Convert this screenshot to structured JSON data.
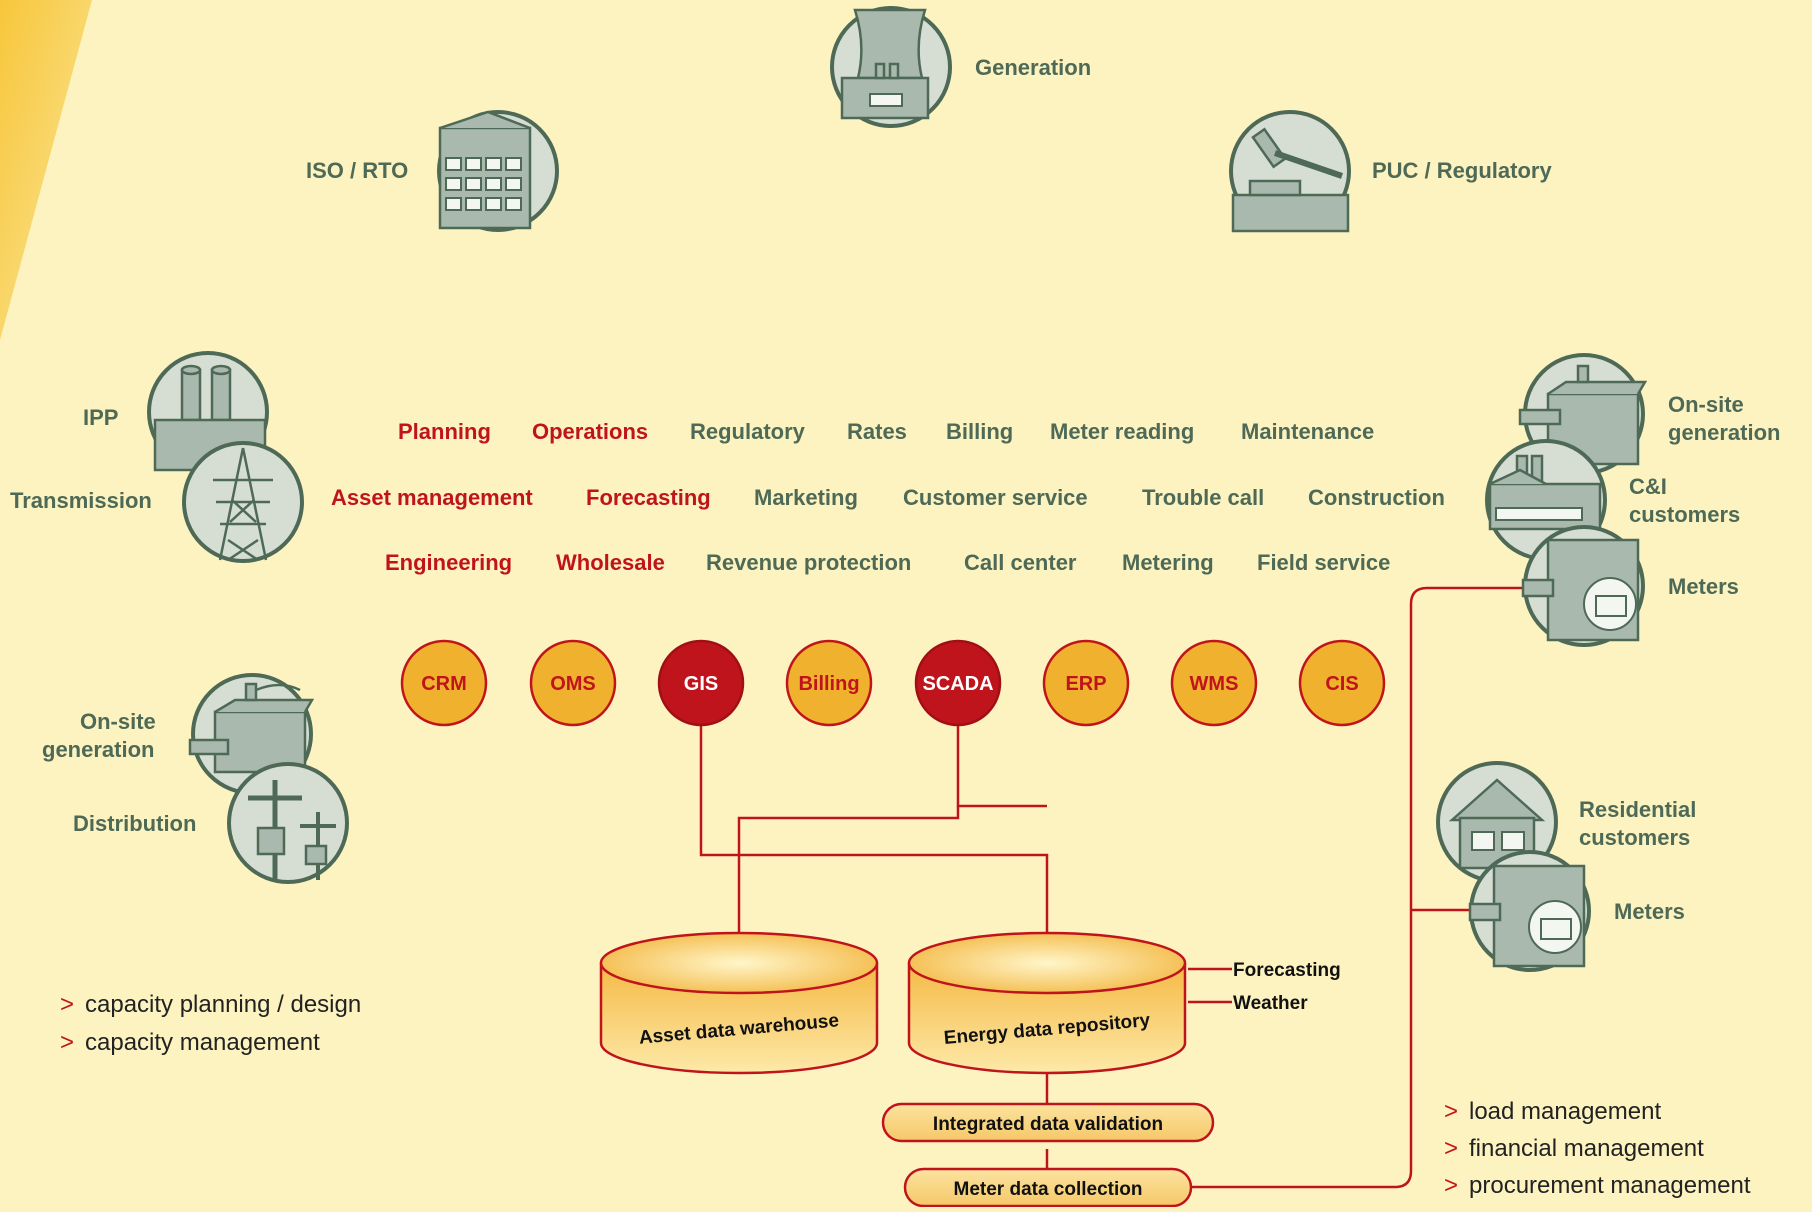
{
  "entities": {
    "generation": "Generation",
    "iso_rto": "ISO / RTO",
    "puc_regulatory": "PUC / Regulatory",
    "ipp": "IPP",
    "transmission": "Transmission",
    "onsite_generation_left_line1": "On-site",
    "onsite_generation_left_line2": "generation",
    "distribution": "Distribution",
    "onsite_generation_right_line1": "On-site",
    "onsite_generation_right_line2": "generation",
    "ci_customers_line1": "C&I",
    "ci_customers_line2": "customers",
    "meters_top": "Meters",
    "residential_customers_line1": "Residential",
    "residential_customers_line2": "customers",
    "meters_bottom": "Meters"
  },
  "functions": {
    "row1": [
      "Planning",
      "Operations",
      "Regulatory",
      "Rates",
      "Billing",
      "Meter reading",
      "Maintenance"
    ],
    "row2": [
      "Asset management",
      "Forecasting",
      "Marketing",
      "Customer service",
      "Trouble call",
      "Construction"
    ],
    "row3": [
      "Engineering",
      "Wholesale",
      "Revenue protection",
      "Call center",
      "Metering",
      "Field service"
    ]
  },
  "systems": [
    "CRM",
    "OMS",
    "GIS",
    "Billing",
    "SCADA",
    "ERP",
    "WMS",
    "CIS"
  ],
  "data_stores": {
    "asset_warehouse": "Asset data warehouse",
    "energy_repository": "Energy data repository"
  },
  "side_inputs": [
    "Forecasting",
    "Weather"
  ],
  "process_boxes": {
    "validation": "Integrated data validation",
    "collection": "Meter data collection"
  },
  "bullets_left": [
    "capacity planning / design",
    "capacity management"
  ],
  "bullets_right": [
    "load management",
    "financial management",
    "procurement management"
  ],
  "bullet_marker": ">",
  "colors": {
    "background": "#fdf3c1",
    "accent_red": "#c0141c",
    "system_orange": "#f0b12e",
    "entity_green": "#4e6a57"
  }
}
